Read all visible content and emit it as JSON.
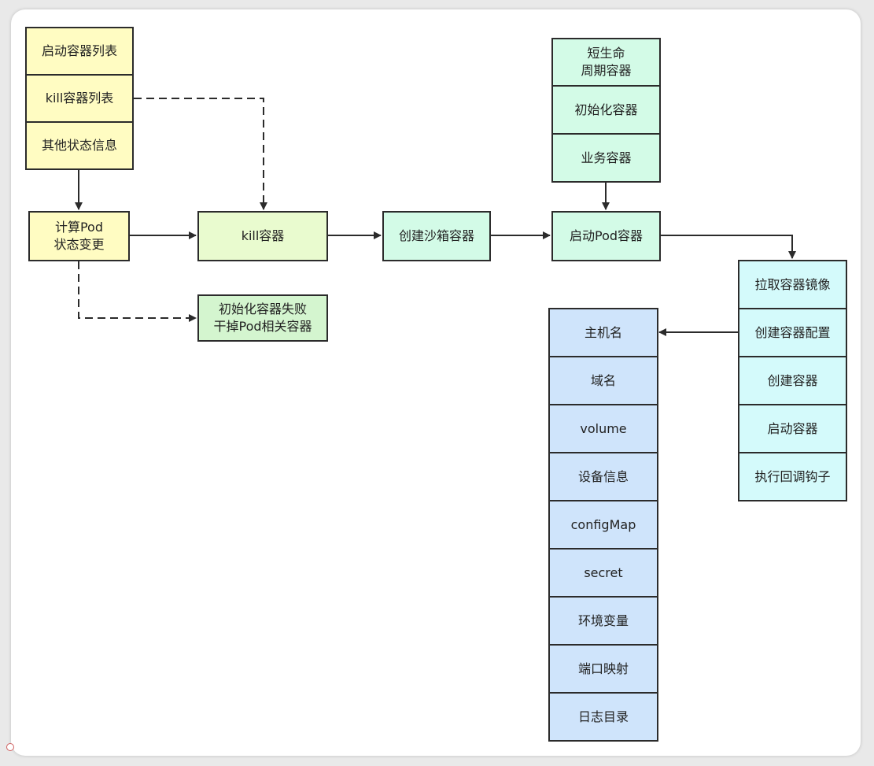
{
  "status_list": {
    "items": [
      "启动容器列表",
      "kill容器列表",
      "其他状态信息"
    ]
  },
  "compute_pod": "计算Pod\n状态变更",
  "kill_containers": "kill容器",
  "create_sandbox": "创建沙箱容器",
  "start_pod": "启动Pod容器",
  "init_fail": "初始化容器失败\n干掉Pod相关容器",
  "container_types": {
    "items": [
      "短生命\n周期容器",
      "初始化容器",
      "业务容器"
    ]
  },
  "start_steps": {
    "items": [
      "拉取容器镜像",
      "创建容器配置",
      "创建容器",
      "启动容器",
      "执行回调钩子"
    ]
  },
  "config_items": {
    "items": [
      "主机名",
      "域名",
      "volume",
      "设备信息",
      "configMap",
      "secret",
      "环境变量",
      "端口映射",
      "日志目录"
    ]
  },
  "colors": {
    "yellow": "#fffcc2",
    "lime": "#e9fbcf",
    "mint": "#d3fbe7",
    "green": "#d4f5cf",
    "cyan": "#d4fafb",
    "blue": "#cfe4fb",
    "stroke": "#2b2b2b"
  }
}
